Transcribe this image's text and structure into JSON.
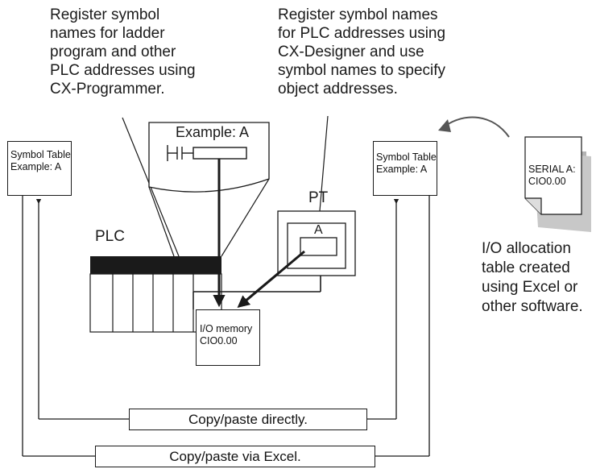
{
  "notes": {
    "cx_programmer": "Register symbol\nnames for ladder\nprogram and other\nPLC addresses using\nCX-Programmer.",
    "cx_designer": "Register symbol names\nfor PLC addresses using\nCX-Designer and use\nsymbol names to specify\nobject addresses.",
    "io_allocation": "I/O allocation\ntable created\nusing Excel or\nother software."
  },
  "symbol_table_left": {
    "line1": "Symbol Table",
    "line2": "Example: A"
  },
  "symbol_table_right": {
    "line1": "Symbol Table",
    "line2": "Example: A"
  },
  "ladder_example": "Example: A",
  "plc_label": "PLC",
  "pt_label": "PT",
  "pt_object": "A",
  "io_memory": {
    "line1": "I/O memory",
    "line2": "CIO0.00"
  },
  "document": {
    "line1": "SERIAL A:",
    "line2": "CIO0.00"
  },
  "copy_direct": "Copy/paste directly.",
  "copy_excel": "Copy/paste via Excel."
}
